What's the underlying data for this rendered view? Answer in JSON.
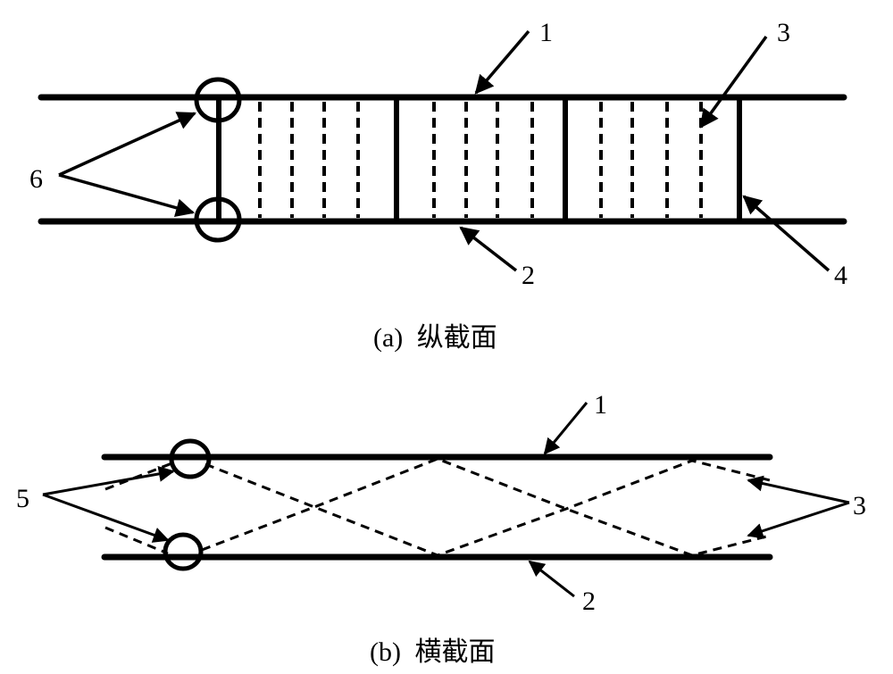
{
  "figure": {
    "panel_a": {
      "caption_prefix": "(a)",
      "caption_text": "纵截面",
      "labels": {
        "l1": "1",
        "l2": "2",
        "l3": "3",
        "l4": "4",
        "l6": "6"
      }
    },
    "panel_b": {
      "caption_prefix": "(b)",
      "caption_text": "横截面",
      "labels": {
        "l1": "1",
        "l2": "2",
        "l3": "3",
        "l5": "5"
      }
    },
    "legend_meaning": {
      "1": "top boundary line",
      "2": "bottom boundary line",
      "3": "dashed internal lines",
      "4": "solid vertical partition",
      "5": "circled junctions (cross section)",
      "6": "circled junctions (longitudinal section)"
    }
  }
}
